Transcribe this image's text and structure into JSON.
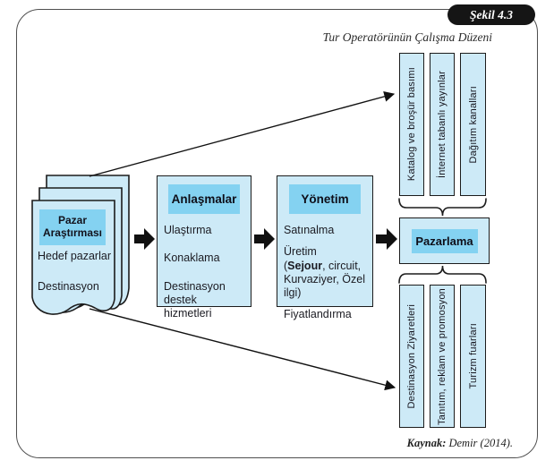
{
  "figure": {
    "label": "Şekil 4.3",
    "title": "Tur Operatörünün Çalışma Düzeni",
    "source_label": "Kaynak:",
    "source_text": " Demir (2014)."
  },
  "market_research": {
    "title": "Pazar Araştırması",
    "items": [
      "Hedef pazarlar",
      "Destinasyon"
    ]
  },
  "agreements": {
    "title": "Anlaşmalar",
    "items": [
      "Ulaştırma",
      "Konaklama",
      "Destinasyon destek hizmetleri"
    ]
  },
  "management": {
    "title": "Yönetim",
    "line1": "Satınalma",
    "line2": "Üretim",
    "line3_prefix": "(",
    "line3_bold": "Sejour",
    "line3_suffix": ", circuit,",
    "line4": "Kurvaziyer, Özel ilgi)",
    "line5": "Fiyatlandırma"
  },
  "marketing": {
    "title": "Pazarlama"
  },
  "distribution_channels": {
    "items": [
      "Katalog ve broşür basımı",
      "İnternet tabanlı yayınlar",
      "Dağıtım kanalları"
    ]
  },
  "promotion_channels": {
    "items": [
      "Destinasyon Ziyaretleri",
      "Tanıtım, reklam ve promosyon",
      "Turizm fuarları"
    ]
  },
  "colors": {
    "box_fill": "#cdeaf7",
    "header_fill": "#84d2f1",
    "box_border": "#1c1c1c",
    "arrow_black": "#111111",
    "badge_bg": "#151515"
  }
}
